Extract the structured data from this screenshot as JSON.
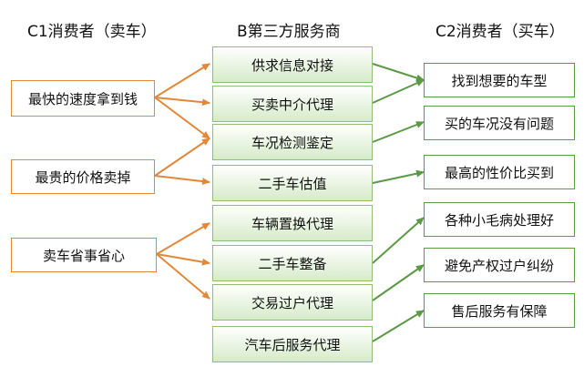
{
  "headers": {
    "c1": "C1消费者（卖车）",
    "b": "B第三方服务商",
    "c2": "C2消费者（买车）"
  },
  "left": [
    "最快的速度拿到钱",
    "最贵的价格卖掉",
    "卖车省事省心"
  ],
  "middle": [
    "供求信息对接",
    "买卖中介代理",
    "车况检测鉴定",
    "二手车估值",
    "车辆置换代理",
    "二手车整备",
    "交易过户代理",
    "汽车后服务代理"
  ],
  "right": [
    "找到想要的车型",
    "买的车况没有问题",
    "最高的性价比买到",
    "各种小毛病处理好",
    "避免产权过户纠纷",
    "售后服务有保障"
  ],
  "colors": {
    "left_arrow": "#e2883a",
    "right_arrow": "#5a9a45",
    "middle_fill": "#d6ebc9"
  }
}
